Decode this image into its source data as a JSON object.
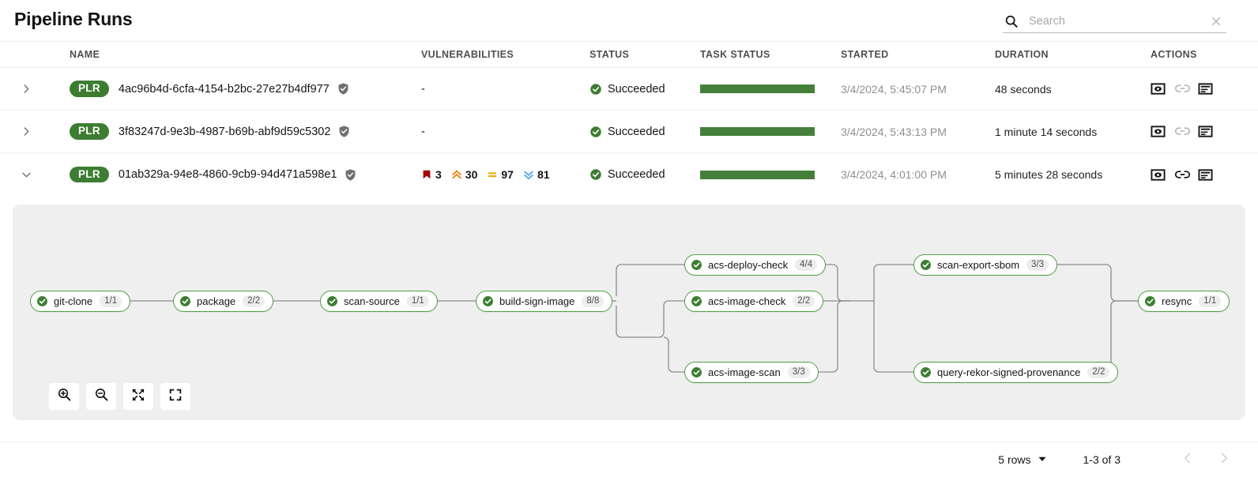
{
  "header": {
    "title": "Pipeline Runs",
    "search": {
      "placeholder": "Search",
      "value": "",
      "icon": "search-icon",
      "clear_icon": "close-icon"
    }
  },
  "table": {
    "columns": [
      "NAME",
      "VULNERABILITIES",
      "STATUS",
      "TASK STATUS",
      "STARTED",
      "DURATION",
      "ACTIONS"
    ],
    "rows": [
      {
        "expanded": false,
        "badge": "PLR",
        "name": "4ac96b4d-6cfa-4154-b2bc-27e27b4df977",
        "signed_icon": "shield-check-icon",
        "vulnerabilities": {
          "none": "-"
        },
        "status": "Succeeded",
        "task_status_percent": 100,
        "started": "3/4/2024, 5:45:07 PM",
        "duration": "48 seconds",
        "actions": [
          "view-output-icon",
          "link-icon",
          "logs-icon"
        ]
      },
      {
        "expanded": false,
        "badge": "PLR",
        "name": "3f83247d-9e3b-4987-b69b-abf9d59c5302",
        "signed_icon": "shield-check-icon",
        "vulnerabilities": {
          "none": "-"
        },
        "status": "Succeeded",
        "task_status_percent": 100,
        "started": "3/4/2024, 5:43:13 PM",
        "duration": "1 minute 14 seconds",
        "actions": [
          "view-output-icon",
          "link-icon",
          "logs-icon"
        ]
      },
      {
        "expanded": true,
        "badge": "PLR",
        "name": "01ab329a-94e8-4860-9cb9-94d471a598e1",
        "signed_icon": "shield-check-icon",
        "vulnerabilities": {
          "critical": "3",
          "high": "30",
          "medium": "97",
          "low": "81"
        },
        "status": "Succeeded",
        "task_status_percent": 100,
        "started": "3/4/2024, 4:01:00 PM",
        "duration": "5 minutes 28 seconds",
        "actions": [
          "view-output-icon",
          "link-icon",
          "logs-icon"
        ]
      }
    ]
  },
  "graph": {
    "nodes": [
      {
        "id": "git-clone",
        "label": "git-clone",
        "count": "1/1",
        "status": "succeeded"
      },
      {
        "id": "package",
        "label": "package",
        "count": "2/2",
        "status": "succeeded"
      },
      {
        "id": "scan-source",
        "label": "scan-source",
        "count": "1/1",
        "status": "succeeded"
      },
      {
        "id": "build-sign-image",
        "label": "build-sign-image",
        "count": "8/8",
        "status": "succeeded"
      },
      {
        "id": "acs-deploy-check",
        "label": "acs-deploy-check",
        "count": "4/4",
        "status": "succeeded"
      },
      {
        "id": "acs-image-check",
        "label": "acs-image-check",
        "count": "2/2",
        "status": "succeeded"
      },
      {
        "id": "acs-image-scan",
        "label": "acs-image-scan",
        "count": "3/3",
        "status": "succeeded"
      },
      {
        "id": "scan-export-sbom",
        "label": "scan-export-sbom",
        "count": "3/3",
        "status": "succeeded"
      },
      {
        "id": "query-rekor-signed-provenance",
        "label": "query-rekor-signed-provenance",
        "count": "2/2",
        "status": "succeeded"
      },
      {
        "id": "resync",
        "label": "resync",
        "count": "1/1",
        "status": "succeeded"
      }
    ],
    "controls": [
      {
        "id": "zoom-in",
        "icon": "zoom-in-icon"
      },
      {
        "id": "zoom-out",
        "icon": "zoom-out-icon"
      },
      {
        "id": "expand",
        "icon": "expand-arrows-icon"
      },
      {
        "id": "fit",
        "icon": "fit-screen-icon"
      }
    ]
  },
  "footer": {
    "rows_per_page": "5 rows",
    "range": "1-3 of 3",
    "prev_icon": "chevron-left-icon",
    "next_icon": "chevron-right-icon"
  },
  "colors": {
    "success_green": "#3d7d32",
    "bar_green": "#45803a",
    "node_border": "#4f9f42",
    "critical": "#a30000",
    "high": "#ec7a08",
    "medium": "#f0ab00",
    "low": "#2b9af3",
    "panel_bg": "#efefef"
  }
}
